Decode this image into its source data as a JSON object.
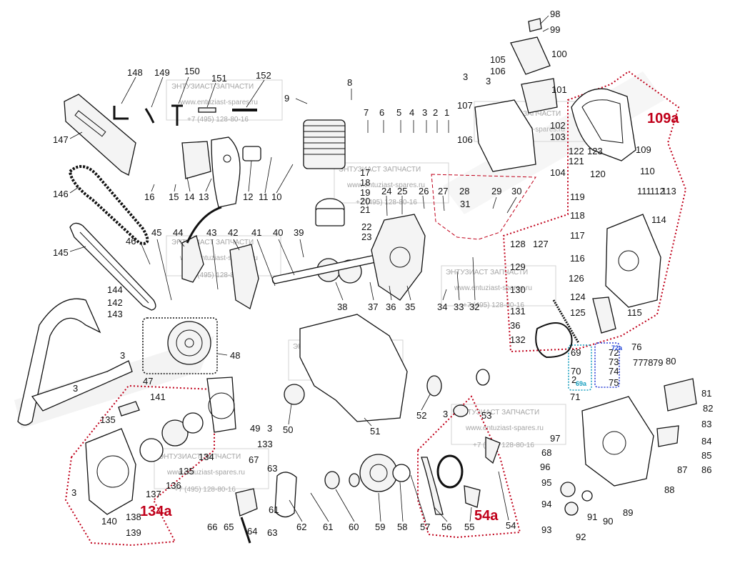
{
  "parts": {
    "n1": "1",
    "n2": "2",
    "n3": "3",
    "n4": "4",
    "n5": "5",
    "n6": "6",
    "n7": "7",
    "n8": "8",
    "n9": "9",
    "n10": "10",
    "n11": "11",
    "n12": "12",
    "n13": "13",
    "n14": "14",
    "n15": "15",
    "n16": "16",
    "n17": "17",
    "n18": "18",
    "n19": "19",
    "n20": "20",
    "n21": "21",
    "n22": "22",
    "n23": "23",
    "n24": "24",
    "n25": "25",
    "n26": "26",
    "n27": "27",
    "n28": "28",
    "n29": "29",
    "n30": "30",
    "n31": "31",
    "n32": "32",
    "n33": "33",
    "n34": "34",
    "n35": "35",
    "n36": "36",
    "n37": "37",
    "n38": "38",
    "n39": "39",
    "n40": "40",
    "n41": "41",
    "n42": "42",
    "n43": "43",
    "n44": "44",
    "n45": "45",
    "n46": "46",
    "n47": "47",
    "n48": "48",
    "n49": "49",
    "n50": "50",
    "n51": "51",
    "n52": "52",
    "n53": "53",
    "n54": "54",
    "n55": "55",
    "n56": "56",
    "n57": "57",
    "n58": "58",
    "n59": "59",
    "n60": "60",
    "n61": "61",
    "n62": "62",
    "n63": "63",
    "n64": "64",
    "n65": "65",
    "n66": "66",
    "n67": "67",
    "n68": "68",
    "n69": "69",
    "n70": "70",
    "n71": "71",
    "n72": "72",
    "n73": "73",
    "n74": "74",
    "n75": "75",
    "n76": "76",
    "n77": "77",
    "n78": "78",
    "n79": "79",
    "n80": "80",
    "n81": "81",
    "n82": "82",
    "n83": "83",
    "n84": "84",
    "n85": "85",
    "n86": "86",
    "n87": "87",
    "n88": "88",
    "n89": "89",
    "n90": "90",
    "n91": "91",
    "n92": "92",
    "n93": "93",
    "n94": "94",
    "n95": "95",
    "n96": "96",
    "n97": "97",
    "n98": "98",
    "n99": "99",
    "n100": "100",
    "n101": "101",
    "n102": "102",
    "n103": "103",
    "n104": "104",
    "n105": "105",
    "n106": "106",
    "n107": "107",
    "n109": "109",
    "n110": "110",
    "n111": "111",
    "n112": "112",
    "n113": "113",
    "n114": "114",
    "n115": "115",
    "n116": "116",
    "n117": "117",
    "n118": "118",
    "n119": "119",
    "n120": "120",
    "n121": "121",
    "n122": "122",
    "n123": "123",
    "n124": "124",
    "n125": "125",
    "n126": "126",
    "n127": "127",
    "n128": "128",
    "n129": "129",
    "n130": "130",
    "n131": "131",
    "n132": "132",
    "n133": "133",
    "n134": "134",
    "n135": "135",
    "n136": "136",
    "n137": "137",
    "n138": "138",
    "n139": "139",
    "n140": "140",
    "n141": "141",
    "n142": "142",
    "n143": "143",
    "n144": "144",
    "n145": "145",
    "n146": "146",
    "n147": "147",
    "n148": "148",
    "n149": "149",
    "n150": "150",
    "n151": "151",
    "n152": "152"
  },
  "groups": {
    "g109a": "109a",
    "g134a": "134a",
    "g54a": "54a",
    "g69a": "69a",
    "g72a": "72a"
  },
  "watermark": {
    "title": "ЭНТУЗИАСТ ЗАПЧАСТИ",
    "site": "www.entuziast-spares.ru",
    "phone": "+7 (495) 128-80-16"
  },
  "colors": {
    "group_outline": "#c0001a",
    "group_label": "#c0001a",
    "sub_group_72a": "#2a3fd6",
    "sub_group_69a": "#1aa0c0",
    "line_art": "#111111"
  }
}
